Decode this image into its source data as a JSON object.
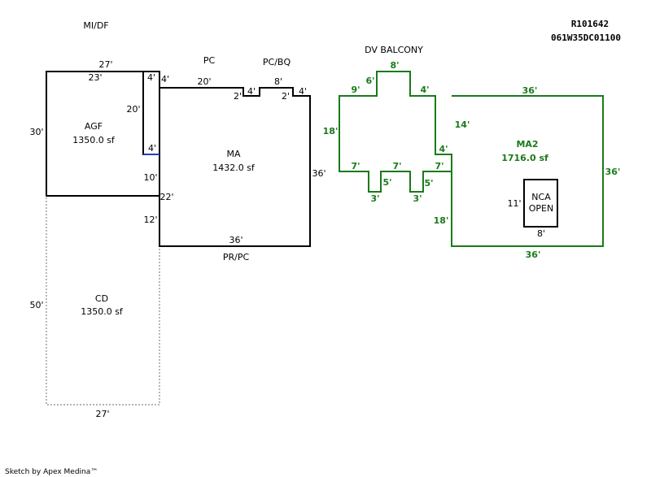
{
  "header": {
    "record_id": "R101642",
    "parcel_code": "061W35DC01100",
    "top_left_label": "MI/DF"
  },
  "credit": "Sketch by Apex Medina™",
  "colors": {
    "main": "#000000",
    "secondary": "#1a7a1a",
    "dashed": "#888888",
    "blue_segment": "#1f3fbf"
  },
  "areas": {
    "agf": {
      "name": "AGF",
      "area": "1350.0 sf"
    },
    "ma": {
      "name": "MA",
      "area": "1432.0 sf"
    },
    "cd": {
      "name": "CD",
      "area": "1350.0 sf"
    },
    "ma2": {
      "name": "MA2",
      "area": "1716.0 sf"
    },
    "nca": {
      "line1": "NCA",
      "line2": "OPEN"
    }
  },
  "labels": {
    "pc": "PC",
    "pc_bq": "PC/BQ",
    "dv_balcony": "DV BALCONY",
    "pr_pc": "PR/PC"
  },
  "dimensions": {
    "agf_top": "27'",
    "agf_inner_top": "23'",
    "agf_left": "30'",
    "agf_right_upper": "20'",
    "agf_notch_top": "4'",
    "agf_notch_side": "4'",
    "ma_corner": "4'",
    "ma_top": "20'",
    "ma_step1": "2'",
    "ma_step2": "4'",
    "ma_bq": "8'",
    "ma_step3": "2'",
    "ma_step4": "4'",
    "ma_right": "36'",
    "ma_left_upper": "10'",
    "ma_left_mid": "22'",
    "ma_left_lower": "12'",
    "ma_bottom": "36'",
    "cd_left": "50'",
    "cd_bottom": "27'",
    "dv_top": "8'",
    "dv_left_step": "6'",
    "dv_left_top": "9'",
    "dv_right_step": "4'",
    "dv_left_side": "18'",
    "dv_bot_left": "7'",
    "dv_notch1_side": "5'",
    "dv_notch1_bottom": "3'",
    "dv_bot_mid": "7'",
    "dv_notch2_side": "5'",
    "dv_notch2_bottom": "3'",
    "dv_bot_right": "7'",
    "dv_right_inner": "14'",
    "ma2_top": "36'",
    "ma2_right": "36'",
    "ma2_bottom": "36'",
    "ma2_left_lower": "18'",
    "nca_side": "11'",
    "nca_bottom": "8'"
  }
}
